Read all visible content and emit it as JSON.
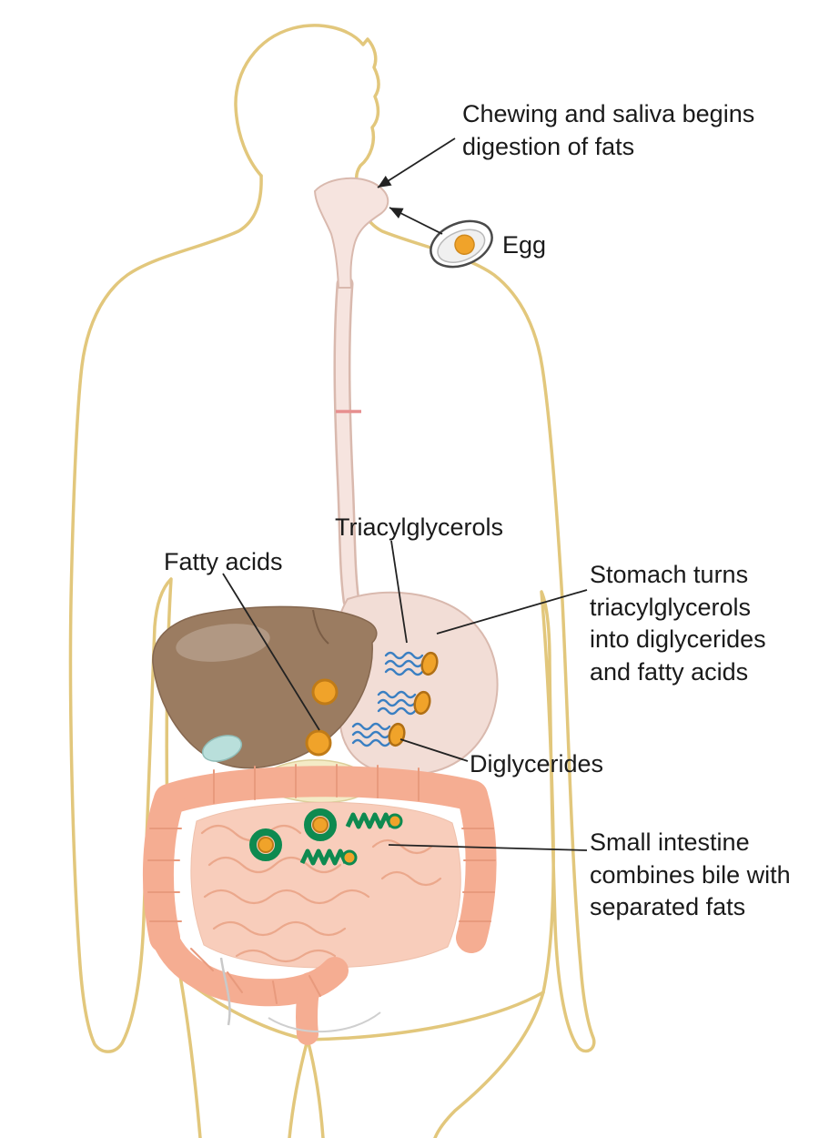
{
  "labels": {
    "chewing": "Chewing and saliva begins\ndigestion of fats",
    "egg": "Egg",
    "triacylglycerols": "Triacylglycerols",
    "fatty_acids": "Fatty acids",
    "stomach": "Stomach turns\ntriacylglycerols\ninto diglycerides\nand fatty acids",
    "diglycerides": "Diglycerides",
    "small_intestine": "Small intestine\ncombines bile with\nseparated fats"
  },
  "colors": {
    "body_outline": "#e2c77c",
    "esophagus": "#f6e4df",
    "stomach": "#f2ddd6",
    "liver": "#9b7c61",
    "gallbladder": "#b9dfdb",
    "pancreas": "#f4ebc6",
    "large_intestine": "#f5ad92",
    "small_intestine": "#f8cdbb",
    "fatty_acid": "#f0a32a",
    "triacylglycerol_wave": "#3a7fc2",
    "bile_green": "#0e8a50",
    "label_line": "#222222"
  }
}
